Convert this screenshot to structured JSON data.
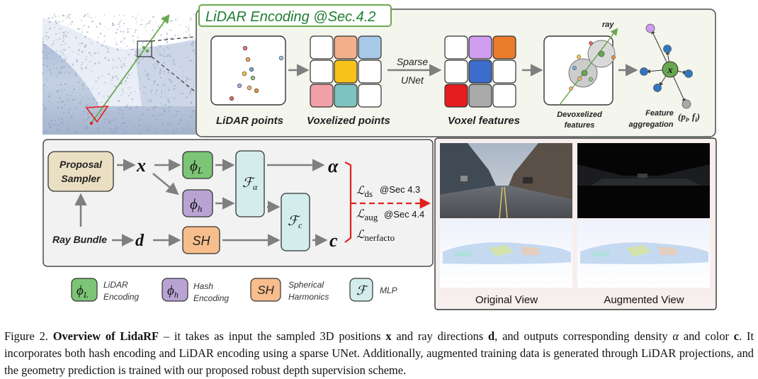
{
  "lidar_panel": {
    "title": "LiDAR Encoding @Sec.4.2",
    "stage_labels": [
      "LiDAR points",
      "Voxelized points",
      "Voxel features"
    ],
    "sparse_unet": [
      "Sparse",
      "UNet"
    ],
    "devoxelized": [
      "Devoxelized",
      "features"
    ],
    "ray_label": "ray",
    "feature_aggregation": [
      "Feature",
      "aggregation"
    ],
    "pf_label": "(p",
    "pf_sub_i": "i",
    "pf_mid": ", f",
    "pf_sub_i2": "i",
    "pf_close": ")",
    "x_node": "x",
    "colors": {
      "voxel_grid_1": [
        "#ffffff",
        "#f1b08b",
        "#a8c8e8",
        "#ffffff",
        "#f7c21a",
        "#ffffff",
        "#f2a0a8",
        "#7dc3c0",
        "#ffffff"
      ],
      "voxel_grid_2": [
        "#ffffff",
        "#cf9cf0",
        "#ea7b2b",
        "#ffffff",
        "#3c6dcc",
        "#ffffff",
        "#e51d1d",
        "#aaaaaa",
        "#ffffff"
      ]
    }
  },
  "network": {
    "proposal_sampler": [
      "Proposal",
      "Sampler"
    ],
    "ray_bundle": "Ray Bundle",
    "x_symbol": "x",
    "d_symbol": "d",
    "phi": "ϕ",
    "phi_L_sub": "L",
    "phi_h_sub": "h",
    "sh": "SH",
    "f_symbol": "ℱ",
    "f_alpha_sub": "α",
    "f_c_sub": "c",
    "alpha_symbol": "α",
    "c_symbol": "c",
    "loss_symbol": "ℒ",
    "loss_ds": "ds",
    "loss_ds_ref": "@Sec 4.3",
    "loss_aug": "aug",
    "loss_aug_ref": "@Sec 4.4",
    "loss_nerfacto": "nerfacto"
  },
  "legend": [
    {
      "symbol": "ϕ",
      "sub": "L",
      "lines": [
        "LiDAR",
        "Encoding"
      ],
      "color": "#7cc576"
    },
    {
      "symbol": "ϕ",
      "sub": "h",
      "lines": [
        "Hash",
        "Encoding"
      ],
      "color": "#b9a3d3"
    },
    {
      "symbol": "SH",
      "sub": "",
      "lines": [
        "Spherical",
        "Harmonics"
      ],
      "color": "#f7bd8c"
    },
    {
      "symbol": "ℱ",
      "sub": "",
      "lines": [
        "MLP"
      ],
      "color": "#d3ecec"
    }
  ],
  "views": {
    "original": "Original View",
    "augmented": "Augmented View"
  },
  "caption": {
    "fig_label": "Figure 2.",
    "bold_title": "Overview of LidaRF",
    "text_1": " – it takes as input the sampled 3D positions ",
    "x": "x",
    "text_2": " and ray directions ",
    "d": "d",
    "text_3": ", and outputs corresponding density ",
    "alpha": "α",
    "text_4": " and color ",
    "c": "c",
    "text_5": ". It incorporates both hash encoding and LiDAR encoding using a sparse UNet. Additionally, augmented training data is generated through LiDAR projections, and the geometry prediction is trained with our proposed robust depth supervision scheme."
  }
}
